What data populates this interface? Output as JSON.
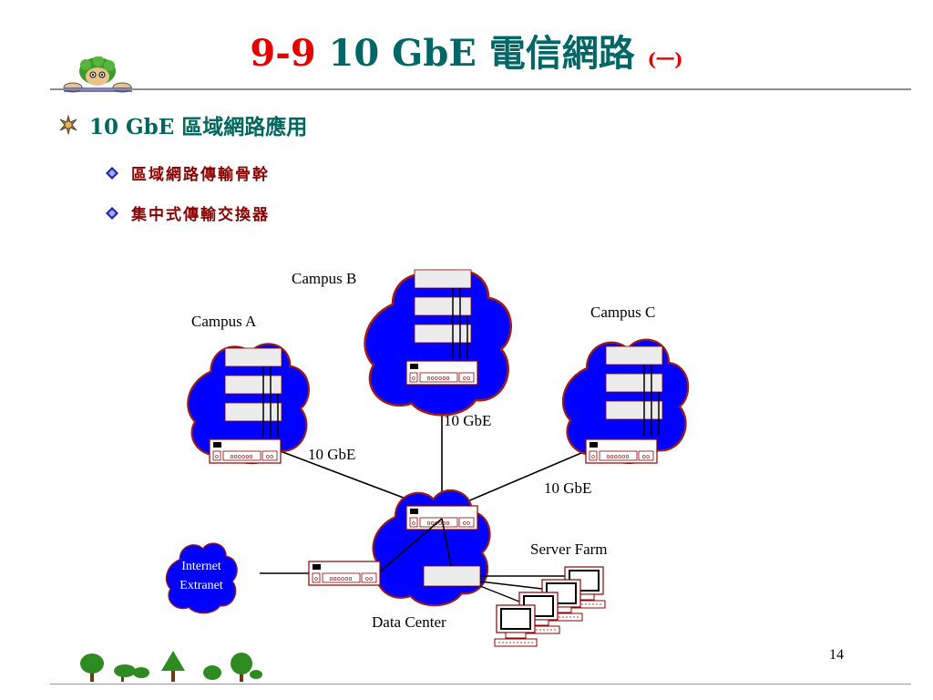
{
  "slide": {
    "title_number": "9-9",
    "title_main": "10 GbE 電信網路",
    "title_sub": "(一)",
    "bullet_main": "10 GbE 區域網路應用",
    "sub_bullets": [
      "區域網路傳輸骨幹",
      "集中式傳輸交換器"
    ],
    "page_number": "14"
  },
  "diagram": {
    "labels": {
      "campus_a": "Campus A",
      "campus_b": "Campus B",
      "campus_c": "Campus C",
      "link_a": "10 GbE",
      "link_b": "10 GbE",
      "link_c": "10 GbE",
      "internet_line1": "Internet",
      "internet_line2": "Extranet",
      "server_farm": "Server Farm",
      "data_center": "Data Center"
    }
  },
  "colors": {
    "title_red": "#e60000",
    "title_teal": "#006666",
    "cloud_blue": "#0000ff",
    "cloud_border": "#9b1b1b",
    "device_border": "#8b0000"
  }
}
